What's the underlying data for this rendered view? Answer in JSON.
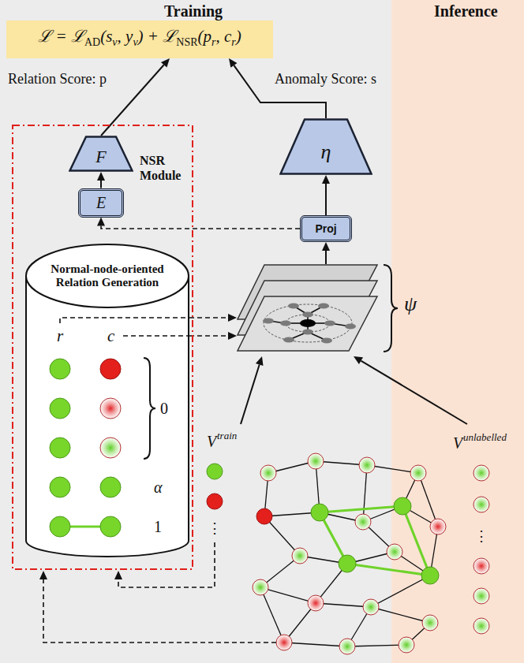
{
  "diagram": {
    "nodes": [
      {
        "text": [
          "ℒ = ℒ",
          "AD",
          "(s",
          "v",
          ", y",
          "v",
          ") + ℒ",
          "NSR",
          "(p",
          "r",
          ", c",
          "r",
          ")"
        ]
      },
      {
        "text": [
          "NSR Module"
        ]
      },
      {
        "text": [
          "F"
        ],
        "in": 1
      },
      {
        "text": [
          "E"
        ],
        "in": 1
      },
      {
        "text": [
          "Normal-node-oriented Relation Generation"
        ],
        "in": 1
      },
      {
        "text": [
          "η"
        ]
      },
      {
        "text": [
          "Proj"
        ]
      },
      {
        "text": [
          "ψ"
        ]
      }
    ],
    "edges": [
      {
        "from": 2,
        "to": 0,
        "arrow": "to"
      },
      {
        "from": 5,
        "to": 0,
        "arrow": "to"
      },
      {
        "from": 3,
        "to": 2,
        "arrow": "to"
      },
      {
        "from": 6,
        "to": 5,
        "arrow": "to"
      },
      {
        "from": 7,
        "to": 6,
        "arrow": "to"
      },
      {
        "from": 6,
        "to": 3,
        "arrow": "to"
      },
      {
        "from": 4,
        "to": 7,
        "arrow": "to"
      },
      {
        "from": 4,
        "to": 7,
        "arrow": "to"
      }
    ],
    "labels": [
      "Training",
      "Inference",
      "Relation Score: p",
      "Anomaly Score: s",
      "r",
      "c",
      "0",
      "α",
      "1",
      "V",
      "train",
      "⋮",
      "V",
      "unlabelled",
      "⋮"
    ]
  }
}
